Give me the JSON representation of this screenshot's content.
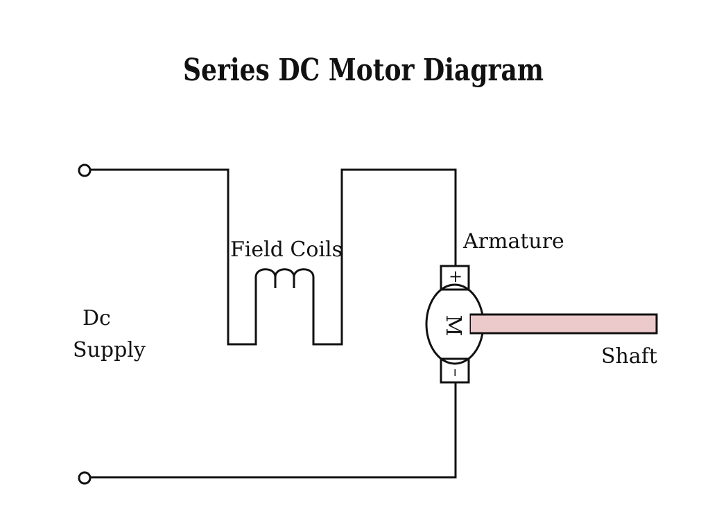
{
  "title": "Series DC Motor Diagram",
  "labels": {
    "field_coils": "Field Coils",
    "armature": "Armature",
    "supply_line1": "Dc",
    "supply_line2": "Supply",
    "shaft": "Shaft"
  },
  "motor": {
    "symbol": "M",
    "positive_terminal": "+",
    "negative_terminal": "–"
  },
  "colors": {
    "line": "#111111",
    "shaft_fill": "#ecc9cb",
    "background": "#ffffff"
  }
}
